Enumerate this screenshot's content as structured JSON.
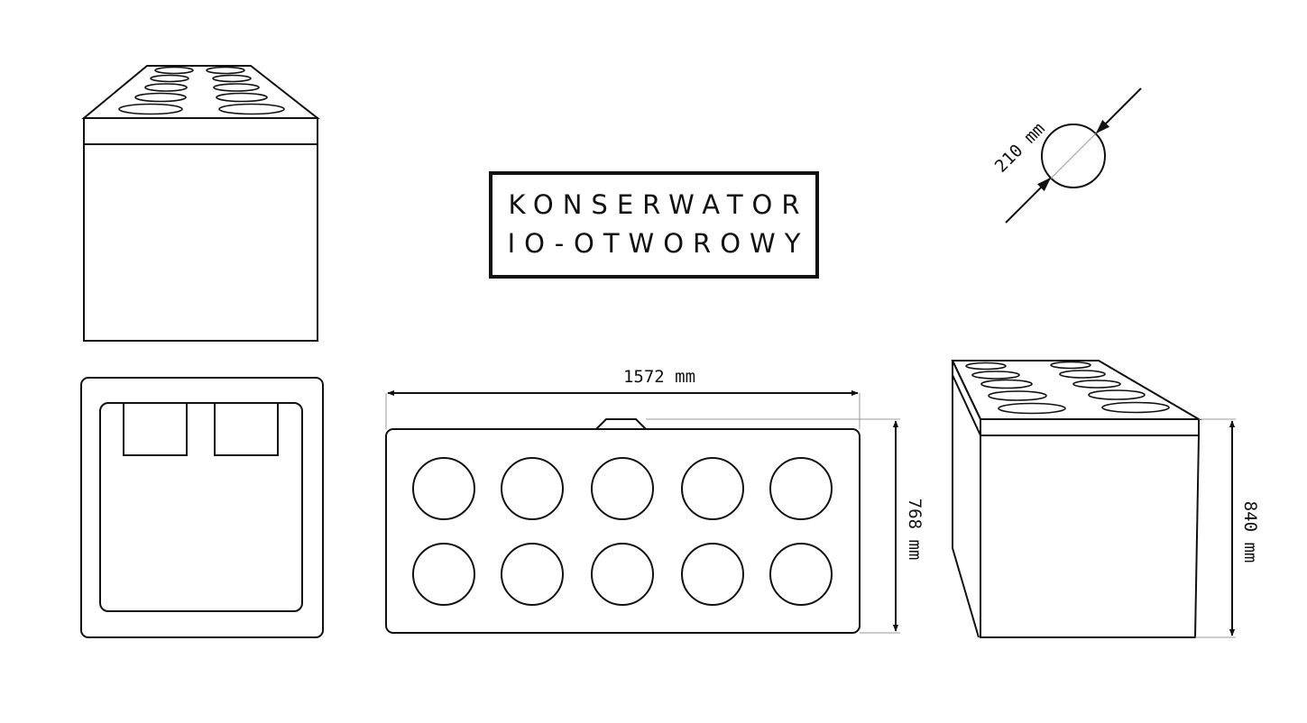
{
  "title": {
    "line1": "KONSERWATOR",
    "line2": "IO-OTWOROWY"
  },
  "dimensions": {
    "hole_diameter": "210 mm",
    "length": "1572 mm",
    "depth": "768 mm",
    "height": "840 mm"
  },
  "colors": {
    "line": "#111111",
    "guide": "#9a9a9a",
    "background": "#ffffff"
  }
}
